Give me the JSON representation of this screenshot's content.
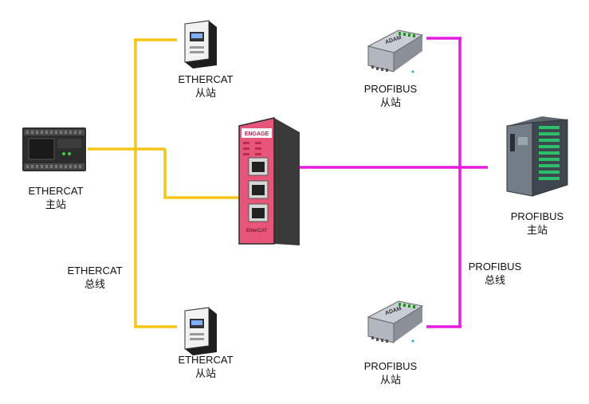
{
  "colors": {
    "ethercat_bus": "#f6c518",
    "profibus_bus": "#e61bdc",
    "gateway_body": "#e8557a",
    "gateway_dark": "#3a3a3a"
  },
  "gateway": {
    "brand": "ENGAGE",
    "model": "EtherCAT"
  },
  "nodes": {
    "ethercat_master": {
      "line1": "ETHERCAT",
      "line2": "主站"
    },
    "ethercat_slave_top": {
      "line1": "ETHERCAT",
      "line2": "从站"
    },
    "ethercat_slave_bottom": {
      "line1": "ETHERCAT",
      "line2": "从站"
    },
    "ethercat_bus": {
      "line1": "ETHERCAT",
      "line2": "总线"
    },
    "profibus_slave_top": {
      "line1": "PROFIBUS",
      "line2": "从站"
    },
    "profibus_slave_bottom": {
      "line1": "PROFIBUS",
      "line2": "从站"
    },
    "profibus_master": {
      "line1": "PROFIBUS",
      "line2": "主站"
    },
    "profibus_bus": {
      "line1": "PROFIBUS",
      "line2": "总线"
    }
  }
}
